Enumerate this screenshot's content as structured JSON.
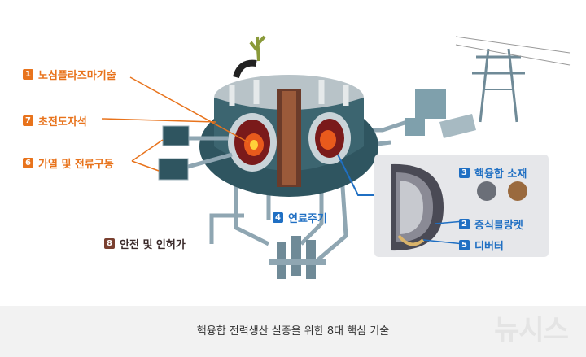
{
  "labels": [
    {
      "num": "1",
      "text": "노심플라즈마기술"
    },
    {
      "num": "7",
      "text": "초전도자석"
    },
    {
      "num": "6",
      "text": "가열 및 전류구동"
    },
    {
      "num": "4",
      "text": "연료주기"
    },
    {
      "num": "8",
      "text": "안전 및 인허가"
    },
    {
      "num": "3",
      "text": "핵융합 소재"
    },
    {
      "num": "2",
      "text": "증식블랑켓"
    },
    {
      "num": "5",
      "text": "디버터"
    }
  ],
  "caption": "핵융합 전력생산 실증을 위한 8대 핵심 기술",
  "watermark": "뉴시스",
  "colors": {
    "orange": "#e8731c",
    "blue": "#1f6fc3",
    "dark": "#7a4030",
    "teal": "#2f5560",
    "pipe": "#8fa6b2"
  }
}
